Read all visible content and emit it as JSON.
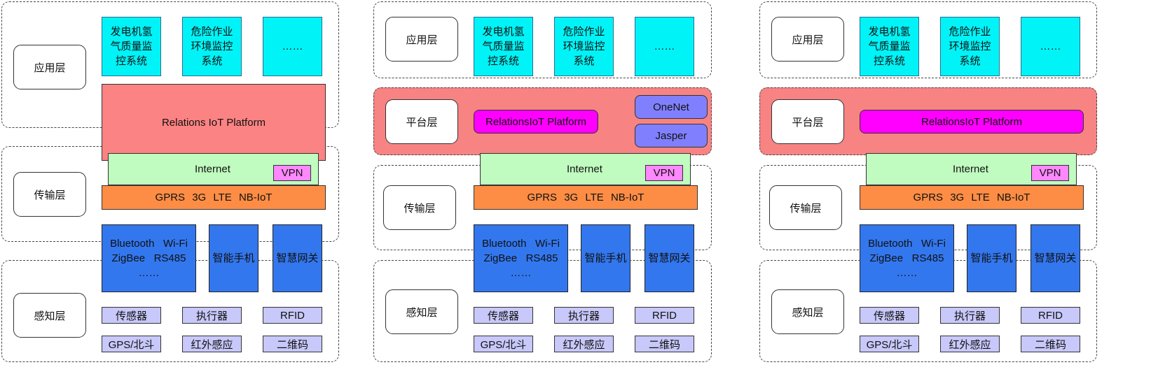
{
  "layers": {
    "application": "应用层",
    "platform": "平台层",
    "transport": "传输层",
    "perception": "感知层"
  },
  "apps": [
    "发电机氢气质量监控系统",
    "危险作业环境监控系统",
    "……"
  ],
  "app_lines": {
    "a1": [
      "发电机氢",
      "气质量监",
      "控系统"
    ],
    "a2": [
      "危险作业",
      "环境监控",
      "系统"
    ],
    "a3": [
      "……"
    ]
  },
  "platform": {
    "relations_iot_spaced": "Relations IoT Platform",
    "relations_iot": "RelationsIoT Platform",
    "onenet": "OneNet",
    "jasper": "Jasper"
  },
  "network": {
    "internet": "Internet",
    "vpn": "VPN",
    "cellular": "GPRS  3G   LTE  NB-IoT"
  },
  "devices": {
    "wireless": "Bluetooth   Wi-Fi\nZigBee   RS485\n……",
    "smartphone": "智能手机",
    "gateway": "智慧网关"
  },
  "sensors": [
    "传感器",
    "执行器",
    "RFID",
    "GPS/北斗",
    "红外感应",
    "二维码"
  ],
  "colors": {
    "app_box": "#00f4f7",
    "platform_band": "#f78383",
    "internet_box": "#c0fbc0",
    "vpn_box": "#ff88ff",
    "cellular_box": "#fd8d45",
    "device_box": "#3377ee",
    "sensor_box": "#c8c8fa",
    "platform_box": "#ff00ff",
    "third_party_box": "#8080ff"
  }
}
